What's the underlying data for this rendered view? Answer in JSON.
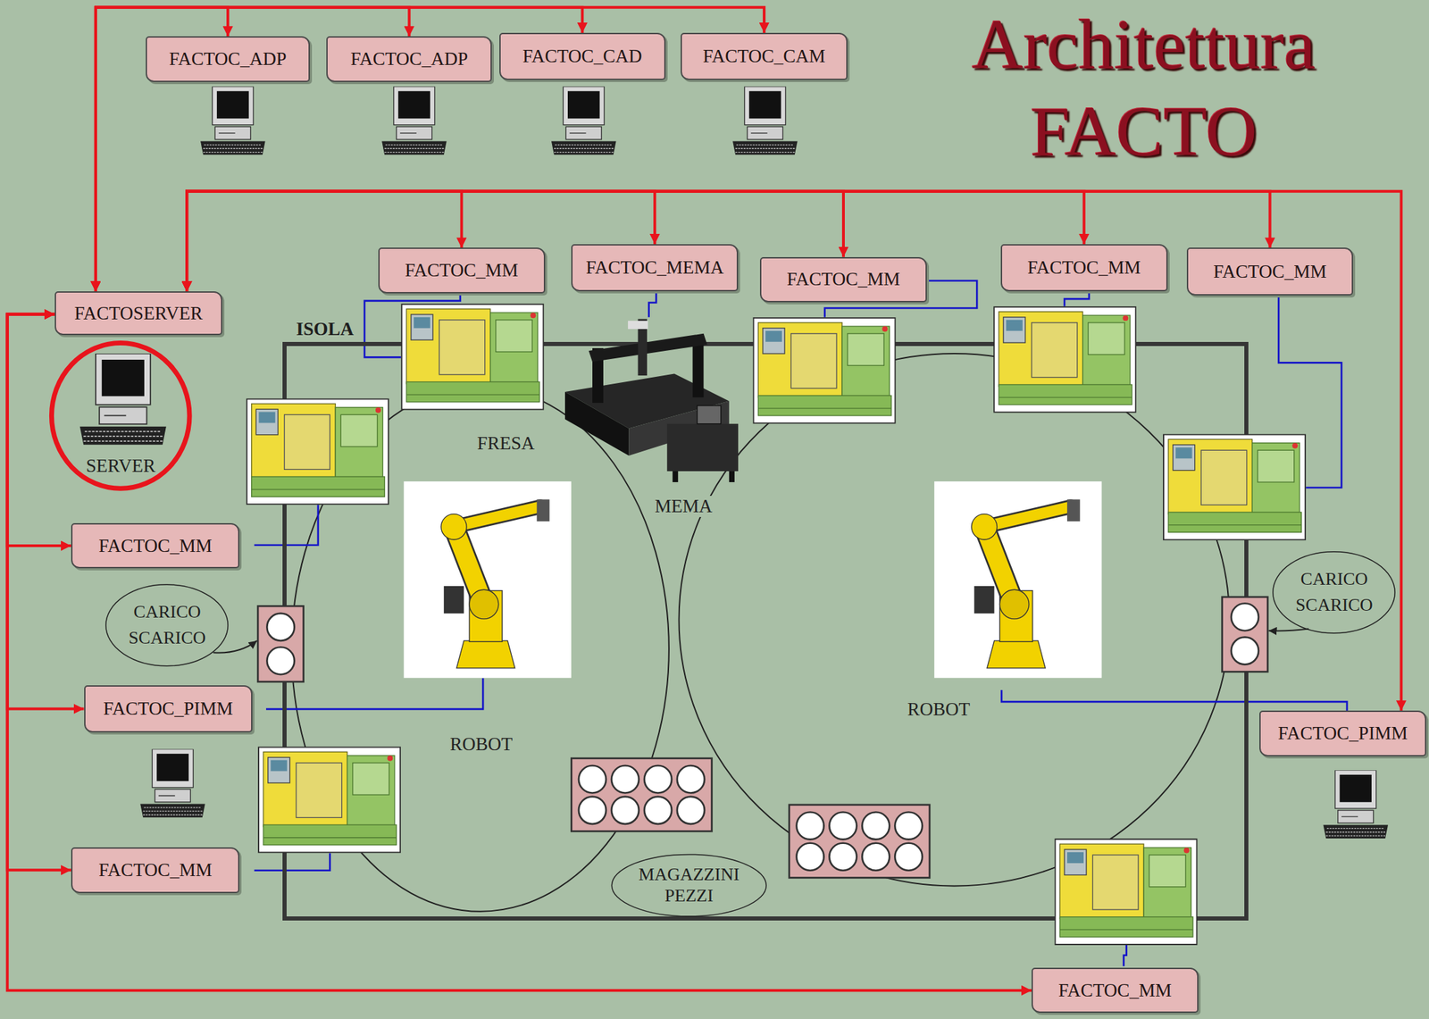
{
  "diagram": {
    "title": "Architettura FACTO",
    "nodes": [
      {
        "text": [
          "FACTOC_ADP"
        ]
      },
      {
        "text": [
          "FACTOC_ADP"
        ]
      },
      {
        "text": [
          "FACTOC_CAD"
        ]
      },
      {
        "text": [
          "FACTOC_CAM"
        ]
      },
      {
        "text": [
          "FACTOC_MM"
        ]
      },
      {
        "text": [
          "FACTOC_MEMA"
        ]
      },
      {
        "text": [
          "FACTOC_MM"
        ]
      },
      {
        "text": [
          "FACTOC_MM"
        ]
      },
      {
        "text": [
          "FACTOC_MM"
        ]
      },
      {
        "text": [
          "FACTOSERVER"
        ]
      },
      {
        "text": [
          "SERVER"
        ]
      },
      {
        "text": [
          "ISOLA"
        ]
      },
      {
        "text": [
          "FACTOC_MM"
        ]
      },
      {
        "text": [
          "CARICO SCARICO"
        ]
      },
      {
        "text": [
          "FACTOC_PIMM"
        ]
      },
      {
        "text": [
          "FACTOC_MM"
        ]
      },
      {
        "text": [
          "CARICO SCARICO"
        ]
      },
      {
        "text": [
          "FACTOC_PIMM"
        ]
      },
      {
        "text": [
          "MAGAZZINI PEZZI"
        ],
        "in": 11
      },
      {
        "text": [
          "FACTOC_MM"
        ]
      }
    ],
    "edges": [
      {
        "from": 9,
        "to": 0,
        "arrow": "both"
      },
      {
        "from": 9,
        "to": 1,
        "arrow": "both"
      },
      {
        "from": 9,
        "to": 2,
        "arrow": "both"
      },
      {
        "from": 9,
        "to": 3,
        "arrow": "both"
      },
      {
        "from": 9,
        "to": 4,
        "arrow": "both"
      },
      {
        "from": 9,
        "to": 5,
        "arrow": "both"
      },
      {
        "from": 9,
        "to": 6,
        "arrow": "both"
      },
      {
        "from": 9,
        "to": 7,
        "arrow": "both"
      },
      {
        "from": 9,
        "to": 8,
        "arrow": "both"
      },
      {
        "from": 9,
        "to": 17,
        "arrow": "both"
      },
      {
        "from": 9,
        "to": 12,
        "arrow": "both"
      },
      {
        "from": 9,
        "to": 14,
        "arrow": "both"
      },
      {
        "from": 9,
        "to": 15,
        "arrow": "both"
      },
      {
        "from": 9,
        "to": 19,
        "arrow": "both"
      }
    ],
    "labels": [
      "FRESA",
      "MEMA",
      "ROBOT",
      "ROBOT"
    ]
  }
}
